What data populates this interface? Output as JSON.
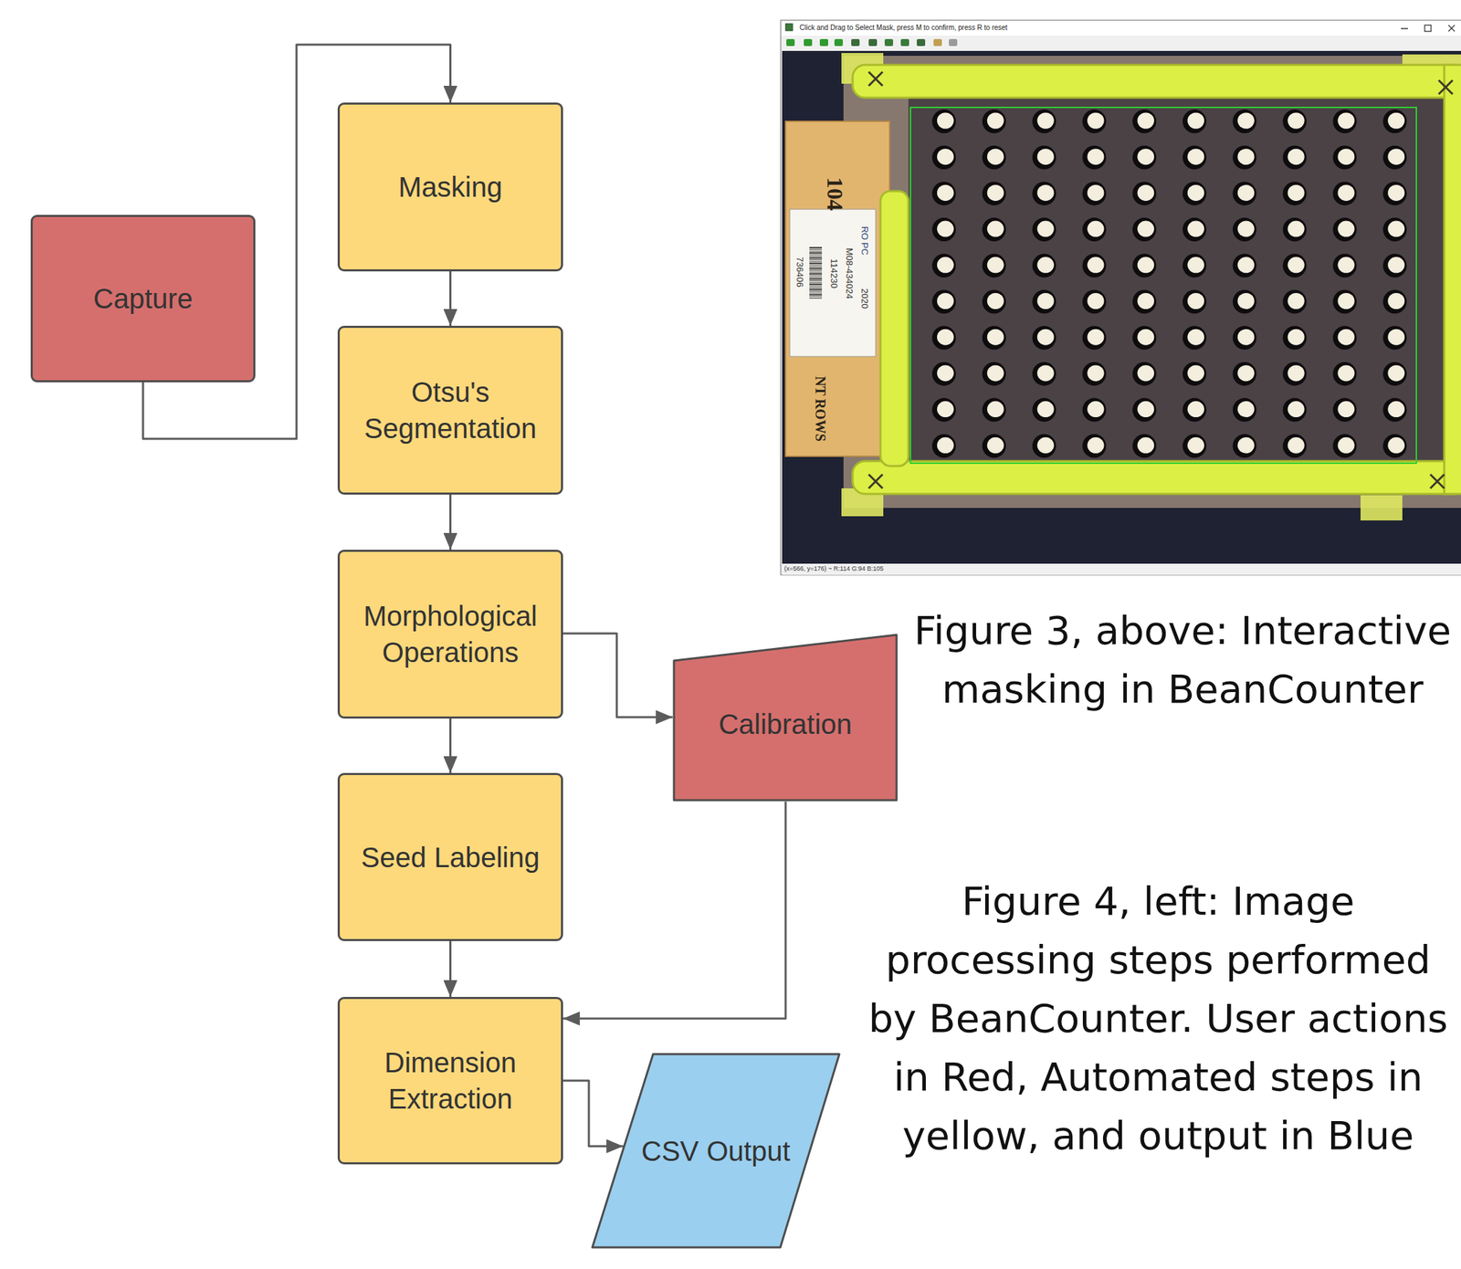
{
  "diagram": {
    "caption": "Figure 4, left: Image processing steps performed by BeanCounter. User actions in Red, Automated steps in yellow, and output in Blue",
    "nodes": [
      {
        "text": [
          "Capture"
        ]
      },
      {
        "text": [
          "Masking"
        ]
      },
      {
        "text": [
          "Otsu's Segmentation"
        ]
      },
      {
        "text": [
          "Morphological Operations"
        ]
      },
      {
        "text": [
          "Calibration"
        ]
      },
      {
        "text": [
          "Seed Labeling"
        ]
      },
      {
        "text": [
          "Dimension Extraction"
        ]
      },
      {
        "text": [
          "CSV Output"
        ]
      }
    ],
    "edges": [
      {
        "from": 0,
        "to": 1,
        "arrow": "to"
      },
      {
        "from": 1,
        "to": 2,
        "arrow": "to"
      },
      {
        "from": 2,
        "to": 3,
        "arrow": "to"
      },
      {
        "from": 3,
        "to": 4,
        "arrow": "to"
      },
      {
        "from": 3,
        "to": 5,
        "arrow": "to"
      },
      {
        "from": 5,
        "to": 6,
        "arrow": "to"
      },
      {
        "from": 4,
        "to": 6,
        "arrow": "to"
      },
      {
        "from": 6,
        "to": 7,
        "arrow": "to"
      }
    ],
    "labels": [
      "Click and Drag to Select Mask, press M to confirm, press R to reset",
      "104",
      "RO PC",
      "M08-434024",
      "114230",
      "736406",
      "2020",
      "NT ROWS",
      "(x=566, y=176) ~ R:114 G:94 B:105",
      "Figure 3, above: Interactive masking in BeanCounter"
    ]
  }
}
